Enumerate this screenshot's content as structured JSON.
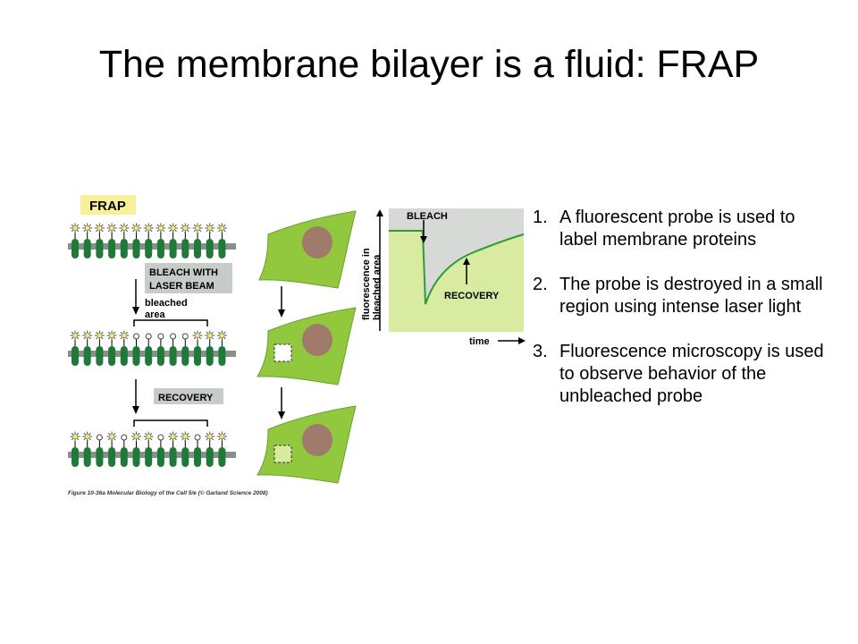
{
  "title": "The membrane bilayer is a fluid: FRAP",
  "figure": {
    "frap_label": "FRAP",
    "bleach_with_laser_line1": "BLEACH WITH",
    "bleach_with_laser_line2": "LASER BEAM",
    "bleached_area_line1": "bleached",
    "bleached_area_line2": "area",
    "recovery_label": "RECOVERY",
    "caption": "Figure 10-36a  Molecular Biology of the Cell 5/e (© Garland Science 2008)",
    "graph": {
      "bleach_label": "BLEACH",
      "recovery_label": "RECOVERY",
      "y_axis_line1": "fluorescence in",
      "y_axis_line2": "bleached area",
      "x_axis_label": "time"
    }
  },
  "steps": [
    {
      "number": "1.",
      "text": "A fluorescent probe is used to label membrane proteins"
    },
    {
      "number": "2.",
      "text": "The probe is destroyed in a small region using intense laser light"
    },
    {
      "number": "3.",
      "text": "Fluorescence microscopy is used to observe behavior of the unbleached probe"
    }
  ],
  "colors": {
    "membrane_green": "#1f7a3a",
    "cell_green": "#92c83e",
    "nucleus_brown": "#a07a6a",
    "label_gray": "#c8ccc8",
    "frap_yellow": "#f8f19a",
    "graph_gray": "#d6d9d6",
    "graph_green": "#d8eba0",
    "curve_green": "#2e9a3c",
    "star_yellow": "#f4ee5a"
  }
}
